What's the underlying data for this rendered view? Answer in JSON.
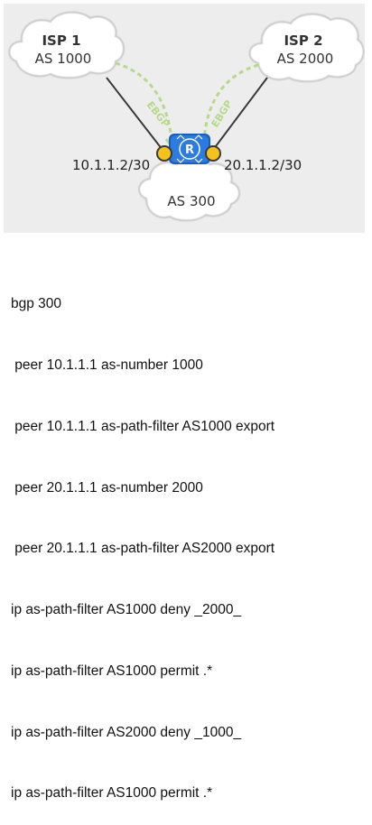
{
  "diagram": {
    "isp1": {
      "name": "ISP 1",
      "as": "AS 1000"
    },
    "isp2": {
      "name": "ISP 2",
      "as": "AS 2000"
    },
    "local": {
      "as": "AS 300",
      "router_icon": "router-icon"
    },
    "links": [
      {
        "label": "EBGP",
        "ip": "10.1.1.2/30"
      },
      {
        "label": "EBGP",
        "ip": "20.1.1.2/30"
      }
    ],
    "colors": {
      "cloud_fill": "#ffffff",
      "cloud_stroke": "#c8c8c8",
      "link_dashed": "#b7d98a",
      "router": "#1f6fd6",
      "interface_dot": "#f4c21b"
    }
  },
  "config": {
    "lines": [
      "bgp 300",
      " peer 10.1.1.1 as-number 1000",
      " peer 10.1.1.1 as-path-filter AS1000 export",
      " peer 20.1.1.1 as-number 2000",
      " peer 20.1.1.1 as-path-filter AS2000 export",
      "ip as-path-filter AS1000 deny _2000_",
      "ip as-path-filter AS1000 permit .*",
      "ip as-path-filter AS2000 deny _1000_",
      "ip as-path-filter AS1000 permit .*"
    ]
  }
}
